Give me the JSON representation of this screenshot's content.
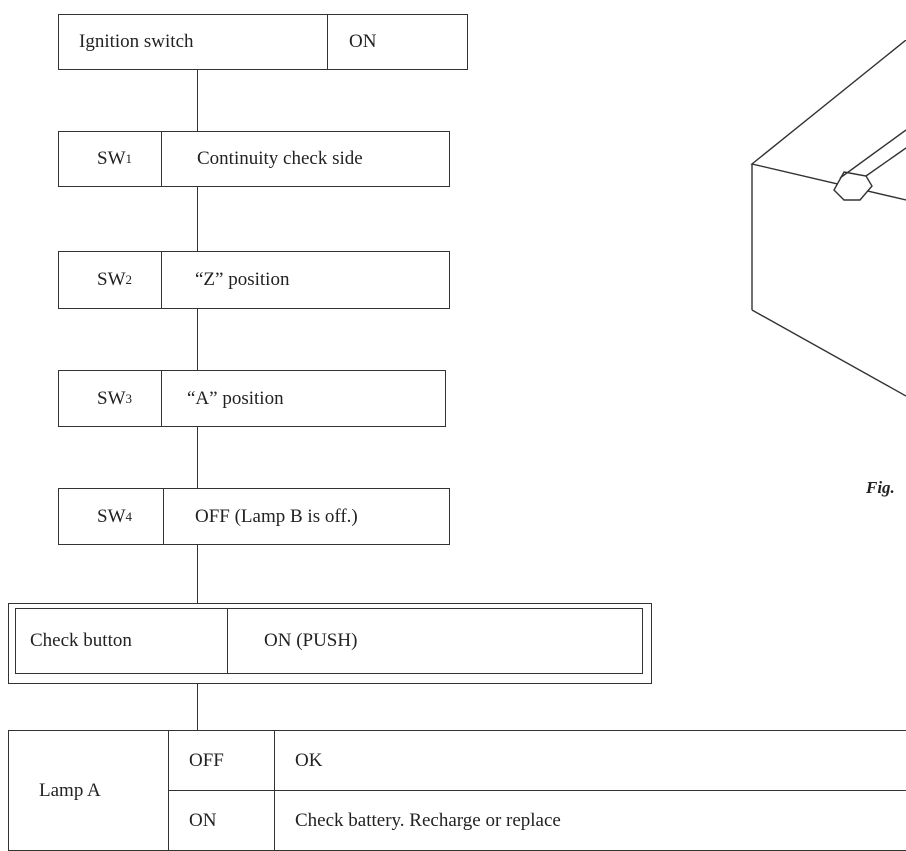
{
  "steps": [
    {
      "label": "Ignition switch",
      "sub": "",
      "value": "ON"
    },
    {
      "label": "SW",
      "sub": "1",
      "value": "Continuity check side"
    },
    {
      "label": "SW",
      "sub": "2",
      "value": "“Z” position"
    },
    {
      "label": "SW",
      "sub": "3",
      "value": "“A” position"
    },
    {
      "label": "SW",
      "sub": "4",
      "value": "OFF (Lamp B is off.)"
    },
    {
      "label": "Check button",
      "sub": "",
      "value": "ON (PUSH)"
    }
  ],
  "result": {
    "label": "Lamp A",
    "rows": [
      {
        "state": "OFF",
        "action": "OK"
      },
      {
        "state": "ON",
        "action": "Check battery.  Recharge or replace"
      }
    ]
  },
  "figure": {
    "caption": "Fig."
  }
}
